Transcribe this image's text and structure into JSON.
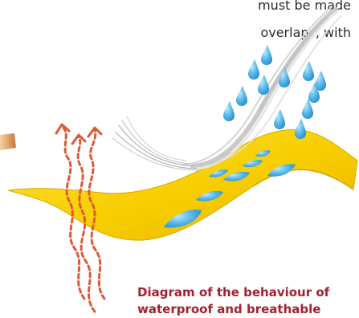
{
  "text": {
    "line1": "must be made",
    "line2": "overlaps, with"
  },
  "caption": {
    "line1": "Diagram of the behaviour of",
    "line2": "waterproof and breathable"
  },
  "colors": {
    "fabric": "#f5cf00",
    "fabric_edge": "#d8aa00",
    "water_drop": "#2e9bd6",
    "vapour_arrow": "#dd5a36",
    "caption": "#a3202f"
  }
}
